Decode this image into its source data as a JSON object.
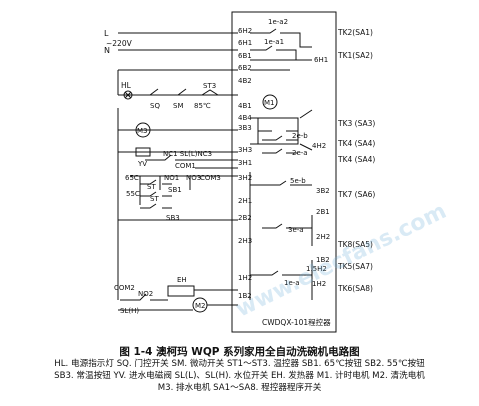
{
  "colors": {
    "ink": "#111111",
    "paper": "#ffffff",
    "watermark": "#78b4dc"
  },
  "power": {
    "phase": "L",
    "neutral": "N",
    "voltage": "~220V"
  },
  "controller": {
    "name": "CWDQX-101程控器"
  },
  "terminals": {
    "left": [
      "6H2",
      "6H1",
      "6B1",
      "6B2",
      "4B2",
      "4B1",
      "4B4",
      "3B3",
      "3H3",
      "3H1",
      "3H2",
      "2H1",
      "2B2",
      "2H3",
      "1H2",
      "1B2"
    ],
    "right": [
      "6H1",
      "4H2",
      "3B2",
      "2B1",
      "2H2",
      "1B2",
      "1.5H2",
      "1H2"
    ]
  },
  "contacts": [
    "1e-a2",
    "1e-a1",
    "2e-b",
    "2e-a",
    "5e-b",
    "3e-a",
    "1e-a"
  ],
  "switches": [
    "TK2(SA1)",
    "TK1(SA2)",
    "TK3 (SA3)",
    "TK4 (SA4)",
    "TK4 (SA4)",
    "TK7 (SA6)",
    "TK8(SA5)",
    "TK5(SA7)",
    "TK6(SA8)"
  ],
  "components": {
    "lamp": "HL",
    "sq": "SQ",
    "sm": "SM",
    "st3": "ST3",
    "deg": "85℃",
    "m3": "M3",
    "m1": "M1",
    "m2": "M2",
    "yv": "YV",
    "nc1": "NC1 SL(L)NC3",
    "com1": "COM1",
    "com3": "COM3",
    "c65": "65C",
    "no1": "NO1",
    "no3": "NO3",
    "sb5c": "55C",
    "st_a": "ST",
    "sb1": "SB1",
    "st_b": "ST",
    "sb3": "SB3",
    "eh": "EH",
    "com2": "COM2",
    "no2": "NO2",
    "slh": "SL(H)"
  },
  "caption": {
    "title": "图 1-4  澳柯玛 WQP 系列家用全自动洗碗机电路图",
    "legend_line1": "HL. 电源指示灯  SQ. 门控开关  SM. 微动开关  ST1～ST3. 温控器  SB1. 65℃按钮  SB2. 55℃按钮",
    "legend_line2": "SB3. 常温按钮  YV. 进水电磁阀  SL(L)、SL(H). 水位开关  EH. 发热器  M1. 计时电机  M2. 清洗电机",
    "legend_line3": "M3. 排水电机  SA1～SA8. 程控器程序开关"
  },
  "watermark": "www.elecfans.com"
}
